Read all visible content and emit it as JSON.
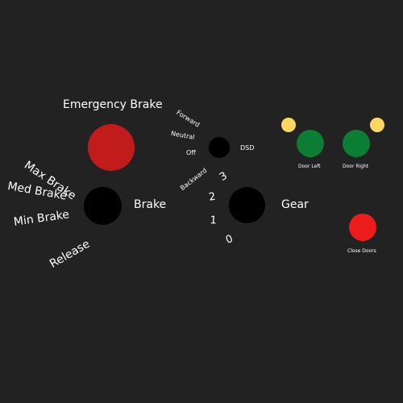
{
  "colors": {
    "background": "#222222",
    "emergency_brake": "#c11b1b",
    "knob": "#000000",
    "door_open": "#0a7e32",
    "door_indicator": "#ffd75e",
    "close_doors": "#ec1c1c",
    "text": "#ffffff"
  },
  "brake": {
    "emergency_label": "Emergency Brake",
    "label": "Brake",
    "positions": [
      "Max Brake",
      "Med Brake",
      "Min Brake",
      "Release"
    ]
  },
  "reverser": {
    "positions": [
      "Forward",
      "Neutral",
      "Off",
      "Backward"
    ],
    "dsd_label": "DSD"
  },
  "gear": {
    "label": "Gear",
    "positions": [
      "3",
      "2",
      "1",
      "0"
    ]
  },
  "doors": {
    "left_label": "Door Left",
    "right_label": "Door Right",
    "close_label": "Close Doors"
  }
}
